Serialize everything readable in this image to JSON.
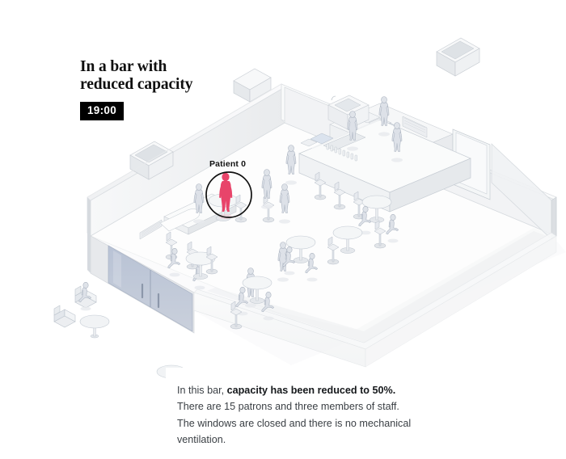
{
  "page": {
    "background_color": "#ffffff"
  },
  "headline": {
    "title": "In a bar with\nreduced capacity",
    "time_label": "19:00",
    "time_badge_bg": "#000000",
    "time_badge_fg": "#ffffff"
  },
  "annotation": {
    "patient_label": "Patient 0",
    "patient_color": "#e8446a",
    "circle_stroke": "#111111"
  },
  "caption": {
    "lead_text": "In this bar, ",
    "strong_text": "capacity has been reduced to 50%.",
    "body_text": " There are 15 patrons and three members of staff. The windows are closed and there is no mechanical ventilation.",
    "text_color": "#3b4045"
  },
  "scene": {
    "type": "isometric-floorplan",
    "setting": "bar interior",
    "palette": {
      "floor": "#fdfdfd",
      "wall_light": "#f4f5f6",
      "wall_mid": "#e6e8ea",
      "wall_dark": "#d4d7db",
      "glass_door": "#b9c2d4",
      "figure_fill": "#dfe3e9",
      "figure_stroke": "#aab3c0",
      "furniture": "#eef0f2",
      "shadow": "#f0f1f2"
    },
    "occupancy": {
      "patrons": 15,
      "staff": 3,
      "capacity_pct": 50
    },
    "elements": [
      {
        "name": "back-wall",
        "label": "Back wall"
      },
      {
        "name": "left-wall",
        "label": "Left wall"
      },
      {
        "name": "right-wall",
        "label": "Right wall"
      },
      {
        "name": "front-parapet",
        "label": "Front low wall"
      },
      {
        "name": "bar-counter",
        "label": "Bar counter"
      },
      {
        "name": "beer-taps",
        "label": "Beer taps"
      },
      {
        "name": "back-bar-shelf",
        "label": "Back bar shelving"
      },
      {
        "name": "sink-unit",
        "label": "Sink unit"
      },
      {
        "name": "interior-door",
        "label": "Interior door"
      },
      {
        "name": "wall-vent",
        "label": "Wall air vent"
      },
      {
        "name": "ceiling-unit",
        "label": "Ceiling air unit"
      },
      {
        "name": "glass-entrance-doors",
        "label": "Glass entrance doors"
      },
      {
        "name": "high-tables",
        "label": "High tables"
      },
      {
        "name": "bar-stools",
        "label": "Bar stools"
      },
      {
        "name": "outdoor-armchairs",
        "label": "Outdoor armchairs"
      },
      {
        "name": "outdoor-table",
        "label": "Outdoor table"
      },
      {
        "name": "patient-zero-figure",
        "label": "Patient 0"
      }
    ]
  }
}
